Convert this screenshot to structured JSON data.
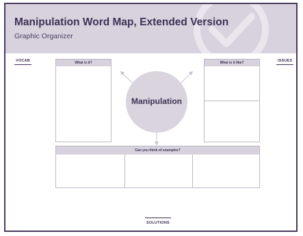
{
  "header": {
    "title": "Manipulation Word Map, Extended Version",
    "subtitle": "Graphic Organizer"
  },
  "labels": {
    "vocab": "VOCAB",
    "issues": "ISSUES",
    "solutions": "SOLUTIONS"
  },
  "boxes": {
    "what_is_it": "What is it?",
    "what_is_it_like": "What is it like?",
    "examples": "Can you think of examples?"
  },
  "center_word": "Manipulation",
  "colors": {
    "accent": "#d7d2de",
    "text": "#3f3154",
    "frame": "#4a3a5c"
  }
}
